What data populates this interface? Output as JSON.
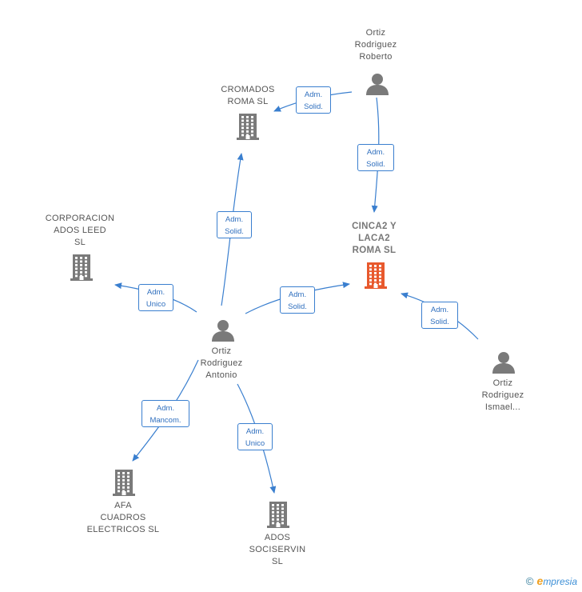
{
  "nodes": [
    {
      "id": "cromados",
      "type": "company",
      "label_lines": [
        "CROMADOS",
        "ROMA  SL"
      ],
      "focus": false
    },
    {
      "id": "roberto",
      "type": "person",
      "label_lines": [
        "Ortiz",
        "Rodriguez",
        "Roberto"
      ]
    },
    {
      "id": "corporacion",
      "type": "company",
      "label_lines": [
        "CORPORACION",
        "ADOS LEED",
        "SL"
      ],
      "focus": false
    },
    {
      "id": "cinca",
      "type": "company",
      "label_lines": [
        "CINCA2 Y",
        "LACA2",
        "ROMA  SL"
      ],
      "focus": true
    },
    {
      "id": "antonio",
      "type": "person",
      "label_lines": [
        "Ortiz",
        "Rodriguez",
        "Antonio"
      ]
    },
    {
      "id": "ismael",
      "type": "person",
      "label_lines": [
        "Ortiz",
        "Rodriguez",
        "Ismael..."
      ]
    },
    {
      "id": "afa",
      "type": "company",
      "label_lines": [
        "AFA",
        "CUADROS",
        "ELECTRICOS SL"
      ],
      "focus": false
    },
    {
      "id": "sociservin",
      "type": "company",
      "label_lines": [
        "ADOS",
        "SOCISERVIN",
        "SL"
      ],
      "focus": false
    }
  ],
  "edges": [
    {
      "id": "roberto-cromados",
      "lines": [
        "Adm.",
        "Solid."
      ]
    },
    {
      "id": "roberto-cinca",
      "lines": [
        "Adm.",
        "Solid."
      ]
    },
    {
      "id": "antonio-cromados",
      "lines": [
        "Adm.",
        "Solid."
      ]
    },
    {
      "id": "antonio-corporacion",
      "lines": [
        "Adm.",
        "Unico"
      ]
    },
    {
      "id": "antonio-cinca",
      "lines": [
        "Adm.",
        "Solid."
      ]
    },
    {
      "id": "ismael-cinca",
      "lines": [
        "Adm.",
        "Solid."
      ]
    },
    {
      "id": "antonio-afa",
      "lines": [
        "Adm.",
        "Mancom."
      ]
    },
    {
      "id": "antonio-sociservin",
      "lines": [
        "Adm.",
        "Unico"
      ]
    }
  ],
  "colors": {
    "edge": "#3a7fcf",
    "company": "#7a7a7a",
    "focus_company": "#e8592d",
    "person": "#7a7a7a"
  },
  "footer": {
    "copyright": "©",
    "brand_initial": "e",
    "brand_rest": "mpresia"
  }
}
